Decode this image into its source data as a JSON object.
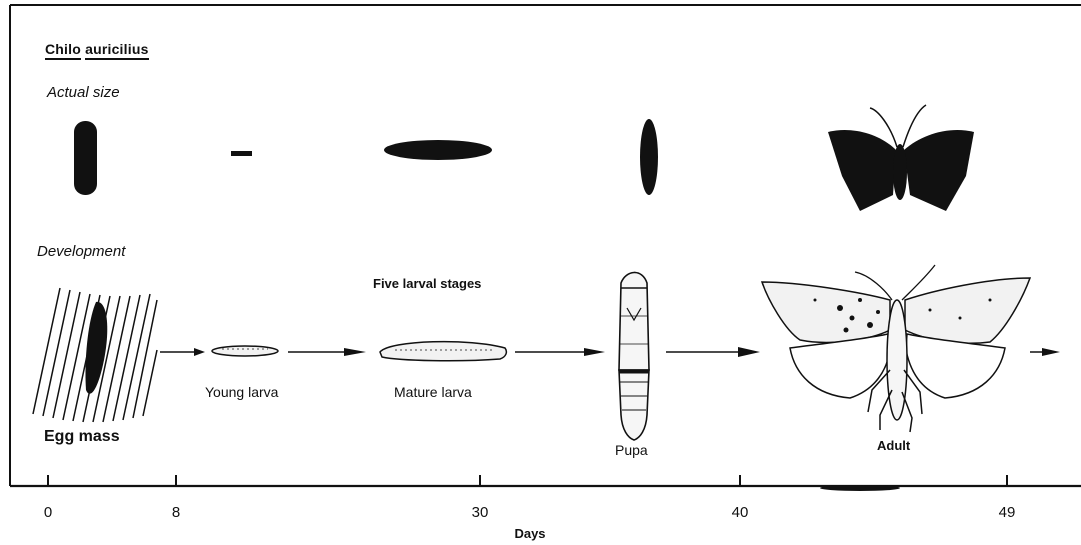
{
  "species": {
    "genus": "Chilo",
    "epithet": "auricilius"
  },
  "sections": {
    "actual_size": "Actual size",
    "development": "Development"
  },
  "stage_labels": {
    "five_larval": "Five larval stages",
    "young_larva": "Young larva",
    "mature_larva": "Mature larva",
    "egg_mass": "Egg mass",
    "pupa": "Pupa",
    "adult": "Adult"
  },
  "axis": {
    "label": "Days",
    "ticks": [
      "0",
      "8",
      "30",
      "40",
      "49"
    ]
  },
  "colors": {
    "ink": "#111111",
    "wing": "#f2f2f2",
    "background": "#ffffff"
  }
}
